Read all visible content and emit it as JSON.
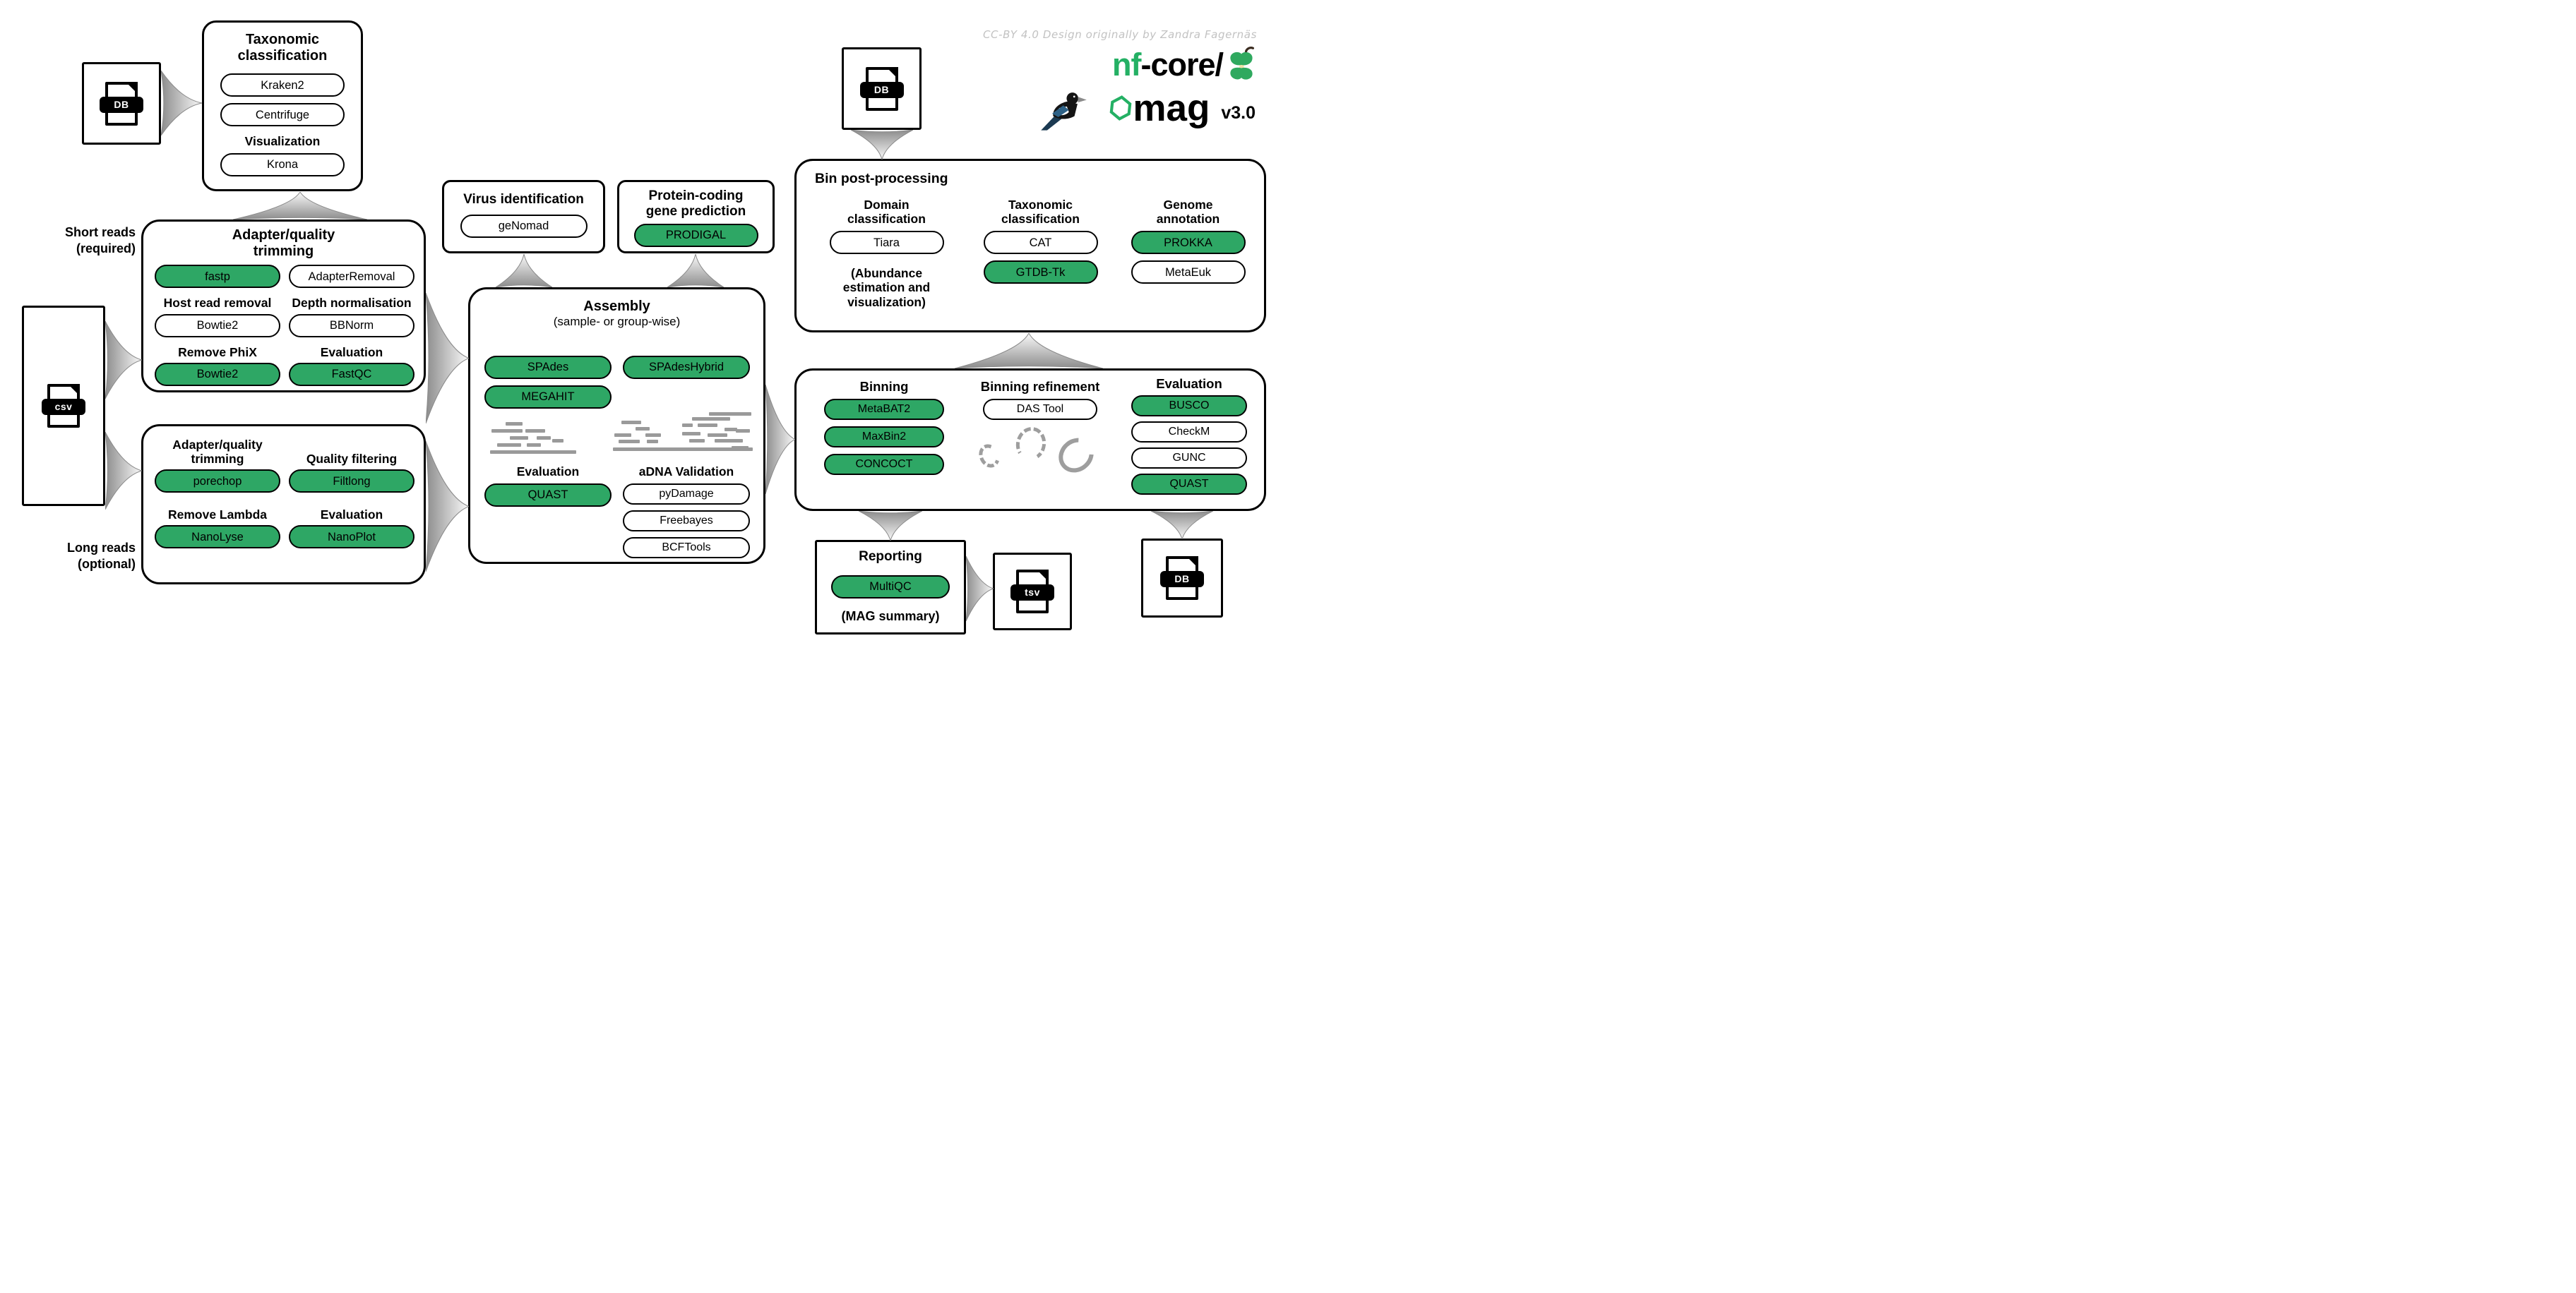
{
  "attribution": "CC-BY 4.0 Design originally by Zandra Fagernäs",
  "colors": {
    "tool_green": "#2EA765",
    "brand_green": "#24B064",
    "arrow_gray": "#8C8C8C"
  },
  "logo": {
    "brand_green_part": "nf",
    "brand_black_part": "-core/",
    "pipeline_name": "mag",
    "version": "v3.0"
  },
  "input_labels": {
    "short_reads": "Short reads\n(required)",
    "long_reads": "Long reads\n(optional)"
  },
  "file_icons": {
    "db_taxonomy": "DB",
    "samplesheet_csv": "csv",
    "db_bin_post": "DB",
    "summary_tsv": "tsv",
    "db_output": "DB"
  },
  "taxonomic_classification": {
    "title": "Taxonomic\nclassification",
    "pills": [
      {
        "label": "Kraken2",
        "variant": "white"
      },
      {
        "label": "Centrifuge",
        "variant": "white"
      }
    ],
    "visualization_heading": "Visualization",
    "visualization_pill": {
      "label": "Krona",
      "variant": "white"
    }
  },
  "short_reads_qc": {
    "title": "Adapter/quality\ntrimming",
    "trimming_pills": [
      {
        "label": "fastp",
        "variant": "green"
      },
      {
        "label": "AdapterRemoval",
        "variant": "white"
      }
    ],
    "sections": [
      {
        "heading": "Host read removal",
        "pill": {
          "label": "Bowtie2",
          "variant": "white"
        }
      },
      {
        "heading": "Depth normalisation",
        "pill": {
          "label": "BBNorm",
          "variant": "white"
        }
      },
      {
        "heading": "Remove PhiX",
        "pill": {
          "label": "Bowtie2",
          "variant": "green"
        }
      },
      {
        "heading": "Evaluation",
        "pill": {
          "label": "FastQC",
          "variant": "green"
        }
      }
    ]
  },
  "long_reads_qc": {
    "sections": [
      {
        "heading": "Adapter/quality\ntrimming",
        "pill": {
          "label": "porechop",
          "variant": "green"
        }
      },
      {
        "heading": "Quality filtering",
        "pill": {
          "label": "Filtlong",
          "variant": "green"
        }
      },
      {
        "heading": "Remove Lambda",
        "pill": {
          "label": "NanoLyse",
          "variant": "green"
        }
      },
      {
        "heading": "Evaluation",
        "pill": {
          "label": "NanoPlot",
          "variant": "green"
        }
      }
    ]
  },
  "virus_identification": {
    "title": "Virus identification",
    "pill": {
      "label": "geNomad",
      "variant": "white"
    }
  },
  "gene_prediction": {
    "title": "Protein-coding\ngene prediction",
    "pill": {
      "label": "PRODIGAL",
      "variant": "green"
    }
  },
  "assembly": {
    "title": "Assembly",
    "subtitle": "(sample- or group-wise)",
    "assembler_pills": [
      {
        "label": "SPAdes",
        "variant": "green"
      },
      {
        "label": "SPAdesHybrid",
        "variant": "green"
      },
      {
        "label": "MEGAHIT",
        "variant": "green"
      }
    ],
    "evaluation_heading": "Evaluation",
    "evaluation_pill": {
      "label": "QUAST",
      "variant": "green"
    },
    "adna_heading": "aDNA Validation",
    "adna_pills": [
      {
        "label": "pyDamage",
        "variant": "white"
      },
      {
        "label": "Freebayes",
        "variant": "white"
      },
      {
        "label": "BCFTools",
        "variant": "white"
      }
    ]
  },
  "bin_post_processing": {
    "title": "Bin post-processing",
    "columns": [
      {
        "heading": "Domain\nclassification",
        "pills": [
          {
            "label": "Tiara",
            "variant": "white"
          }
        ]
      },
      {
        "heading": "Taxonomic\nclassification",
        "pills": [
          {
            "label": "CAT",
            "variant": "white"
          },
          {
            "label": "GTDB-Tk",
            "variant": "green"
          }
        ]
      },
      {
        "heading": "Genome\nannotation",
        "pills": [
          {
            "label": "PROKKA",
            "variant": "green"
          },
          {
            "label": "MetaEuk",
            "variant": "white"
          }
        ]
      }
    ],
    "note": "(Abundance\nestimation and\nvisualization)"
  },
  "binning": {
    "columns": [
      {
        "heading": "Binning",
        "pills": [
          {
            "label": "MetaBAT2",
            "variant": "green"
          },
          {
            "label": "MaxBin2",
            "variant": "green"
          },
          {
            "label": "CONCOCT",
            "variant": "green"
          }
        ]
      },
      {
        "heading": "Binning refinement",
        "pills": [
          {
            "label": "DAS Tool",
            "variant": "white"
          }
        ]
      },
      {
        "heading": "Evaluation",
        "pills": [
          {
            "label": "BUSCO",
            "variant": "green"
          },
          {
            "label": "CheckM",
            "variant": "white"
          },
          {
            "label": "GUNC",
            "variant": "white"
          },
          {
            "label": "QUAST",
            "variant": "green"
          }
        ]
      }
    ]
  },
  "reporting": {
    "title": "Reporting",
    "pill": {
      "label": "MultiQC",
      "variant": "green"
    },
    "note": "(MAG summary)"
  }
}
